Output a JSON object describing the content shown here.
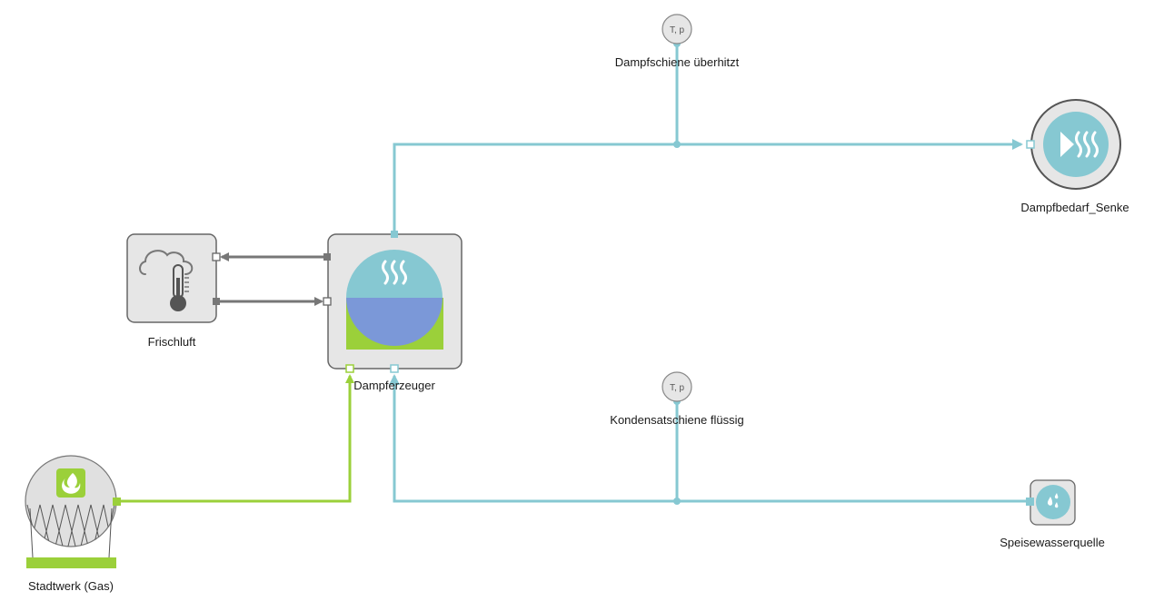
{
  "components": {
    "frischluft": {
      "label": "Frischluft"
    },
    "dampferzeuger": {
      "label": "Dampferzeuger"
    },
    "stadtwerk": {
      "label": "Stadtwerk (Gas)"
    },
    "dampfbedarf": {
      "label": "Dampfbedarf_Senke"
    },
    "speisewasser": {
      "label": "Speisewasserquelle"
    }
  },
  "busbars": {
    "steam": {
      "label": "Dampfschiene überhitzt",
      "sensor": "T, p"
    },
    "condensate": {
      "label": "Kondensatschiene flüssig",
      "sensor": "T, p"
    }
  },
  "colors": {
    "steam_line": "#86c8d2",
    "gas_line": "#9bd03a",
    "air_line": "#777777",
    "water_fill": "#7b98d8",
    "node_bg": "#e6e6e6",
    "node_border": "#666666"
  },
  "icons": {
    "frischluft": "cloud-thermometer-icon",
    "dampferzeuger": "boiler-steam-icon",
    "stadtwerk": "gas-tank-flame-icon",
    "dampfbedarf": "steam-sink-icon",
    "speisewasser": "water-drops-icon"
  }
}
